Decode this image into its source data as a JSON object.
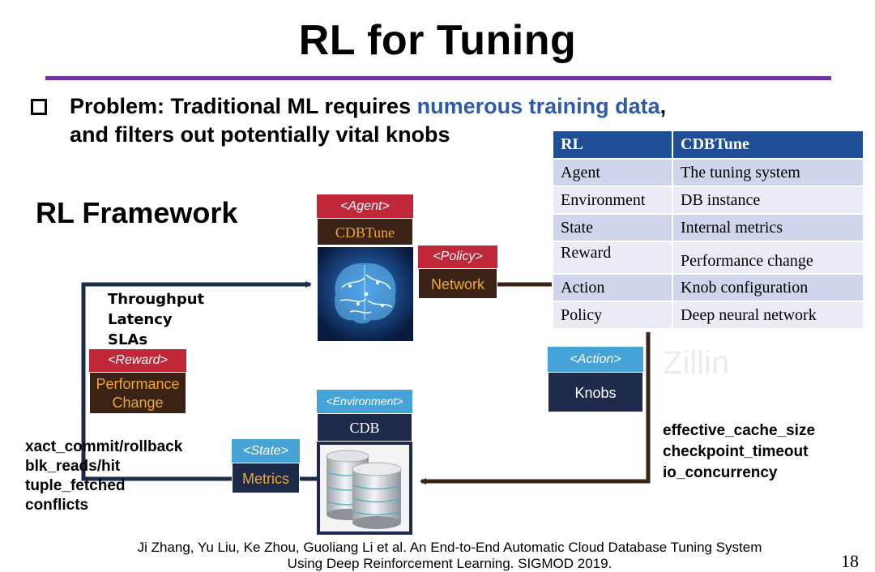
{
  "slide": {
    "title": "RL for Tuning",
    "page_number": "18",
    "watermark": "Zillin"
  },
  "problem": {
    "prefix": "Problem: Traditional ML requires ",
    "highlight": "numerous training data",
    "suffix": ",",
    "line2": "and filters out potentially vital knobs"
  },
  "framework": {
    "title": "RL Framework",
    "agent": {
      "tag": "<Agent>",
      "name": "CDBTune"
    },
    "policy": {
      "tag": "<Policy>",
      "name": "Network"
    },
    "reward": {
      "tag": "<Reward>",
      "name_line1": "Performance",
      "name_line2": "Change",
      "signals": [
        "Throughput",
        "Latency",
        "SLAs"
      ]
    },
    "environment": {
      "tag": "<Environment>",
      "name": "CDB"
    },
    "state": {
      "tag": "<State>",
      "name": "Metrics",
      "signals": [
        "xact_commit/rollback",
        "blk_reads/hit",
        "tuple_fetched",
        "conflicts"
      ]
    },
    "action": {
      "tag": "<Action>",
      "name": "Knobs",
      "knobs": [
        "effective_cache_size",
        "checkpoint_timeout",
        "io_concurrency"
      ]
    }
  },
  "mapping_table": {
    "headers": [
      "RL",
      "CDBTune"
    ],
    "rows": [
      [
        "Agent",
        "The tuning system"
      ],
      [
        "Environment",
        "DB instance"
      ],
      [
        "State",
        "Internal metrics"
      ],
      [
        "Reward",
        "Performance change"
      ],
      [
        "Action",
        "Knob configuration"
      ],
      [
        "Policy",
        "Deep neural network"
      ]
    ]
  },
  "citation": {
    "line1": "Ji Zhang, Yu Liu, Ke Zhou, Guoliang Li et al. An End-to-End Automatic Cloud Database Tuning System",
    "line2": "Using Deep Reinforcement Learning. SIGMOD 2019."
  },
  "colors": {
    "title_rule": "#7030a0",
    "highlight": "#2e5ba8",
    "table_header": "#1f4e96",
    "tag_red": "#c0283a",
    "tag_blue": "#45a3d8",
    "arrow": "#1d2a4a",
    "arrow_brown": "#3a2314"
  }
}
